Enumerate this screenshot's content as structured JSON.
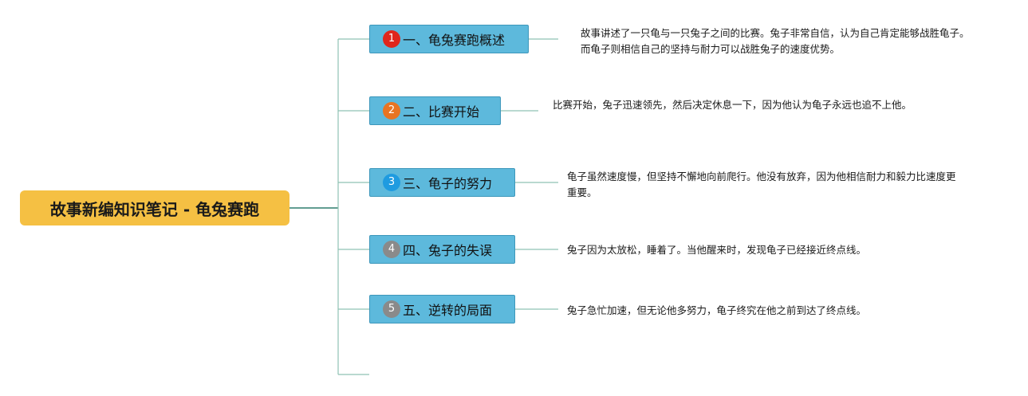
{
  "root": {
    "title": "故事新编知识笔记 - 龟兔赛跑"
  },
  "topics": [
    {
      "number": "1",
      "label": "一、龟兔赛跑概述",
      "badge_color": "#e0261c",
      "note": "故事讲述了一只龟与一只兔子之间的比赛。兔子非常自信，认为自己肯定能够战胜龟子。而龟子则相信自己的坚持与耐力可以战胜兔子的速度优势。"
    },
    {
      "number": "2",
      "label": "二、比赛开始",
      "badge_color": "#e87422",
      "note": "比赛开始，兔子迅速领先，然后决定休息一下，因为他认为龟子永远也追不上他。"
    },
    {
      "number": "3",
      "label": "三、龟子的努力",
      "badge_color": "#1f9be0",
      "note": "龟子虽然速度慢，但坚持不懈地向前爬行。他没有放弃，因为他相信耐力和毅力比速度更重要。"
    },
    {
      "number": "4",
      "label": "四、兔子的失误",
      "badge_color": "#8a8a8a",
      "note": "兔子因为太放松，睡着了。当他醒来时，发现龟子已经接近终点线。"
    },
    {
      "number": "5",
      "label": "五、逆转的局面",
      "badge_color": "#8a8a8a",
      "note": "兔子急忙加速，但无论他多努力，龟子终究在他之前到达了终点线。"
    }
  ]
}
